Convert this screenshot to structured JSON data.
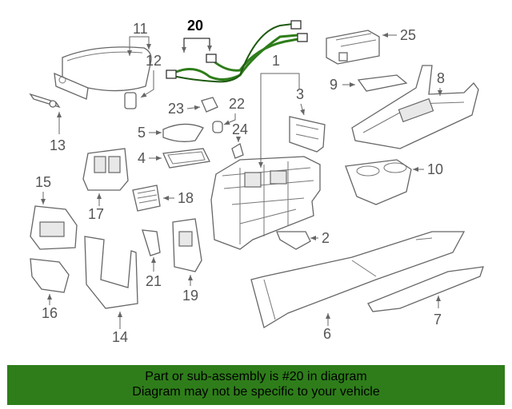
{
  "diagram": {
    "labels": {
      "l1": "1",
      "l2": "2",
      "l3": "3",
      "l4": "4",
      "l5": "5",
      "l6": "6",
      "l7": "7",
      "l8": "8",
      "l9": "9",
      "l10": "10",
      "l11": "11",
      "l12": "12",
      "l13": "13",
      "l14": "14",
      "l15": "15",
      "l16": "16",
      "l17": "17",
      "l18": "18",
      "l19": "19",
      "l20": "20",
      "l21": "21",
      "l22": "22",
      "l23": "23",
      "l24": "24",
      "l25": "25"
    },
    "highlight_color": "#2e7d1a",
    "highlight_part": "20"
  },
  "banner": {
    "line1": "Part or sub-assembly is #20 in diagram",
    "line2": "Diagram may not be specific to your vehicle",
    "color": "#2e7d1a"
  }
}
